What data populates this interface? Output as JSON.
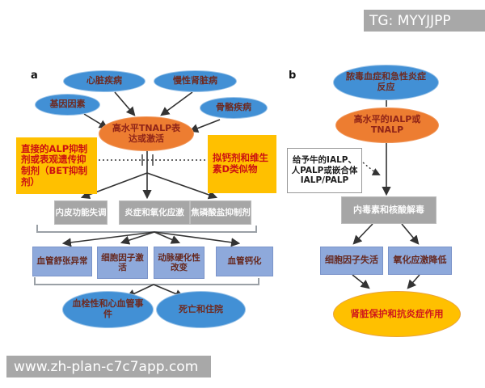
{
  "watermarks": {
    "telegram_badge": "TG: MYYJJPP",
    "site_badge": "www.zh-plan-c7c7app.com"
  },
  "colors": {
    "blue_ellipse": "#4290D5",
    "blue_box": "#8EA9DB",
    "orange_ellipse": "#ED7D31",
    "amber": "#FFC000",
    "gray_box": "#A6A6A6",
    "red_text": "#CC1111",
    "maroon_text": "#6E2A20",
    "watermark_bg": "#A8A8A8"
  },
  "panel_a": {
    "label": "a",
    "cause_heart": "心脏疾病",
    "cause_kidney": "慢性肾脏病",
    "cause_gene": "基因因素",
    "cause_bone": "骨骼疾病",
    "center": "高水平TNALP表达或激活",
    "inhibitor_left": "直接的ALP抑制剂或表观遗传抑制剂（BET抑制剂）",
    "inhibitor_right": "拟钙剂和维生素D类似物",
    "mech_endothelial": "内皮功能失调",
    "mech_inflammation": "炎症和氧化应激",
    "mech_pyrophosphate": "焦磷酸盐抑制剂",
    "eff_vasodilation": "血管舒张异常",
    "eff_cytokine": "细胞因子激活",
    "eff_arteriosclerosis": "动脉硬化性改变",
    "eff_calcification": "血管钙化",
    "out_thrombotic": "血栓性和心血管事件",
    "out_death": "死亡和住院"
  },
  "panel_b": {
    "label": "b",
    "trigger": "脓毒血症和急性炎症反应",
    "center": "高水平的IALP或TNALP",
    "treatment": "给予牛的IALP、人PALP或嵌合体IALP/PALP",
    "mech": "内毒素和核酸解毒",
    "eff_cytokine": "细胞因子失活",
    "eff_oxidative": "氧化应激降低",
    "outcome": "肾脏保护和抗炎症作用"
  }
}
